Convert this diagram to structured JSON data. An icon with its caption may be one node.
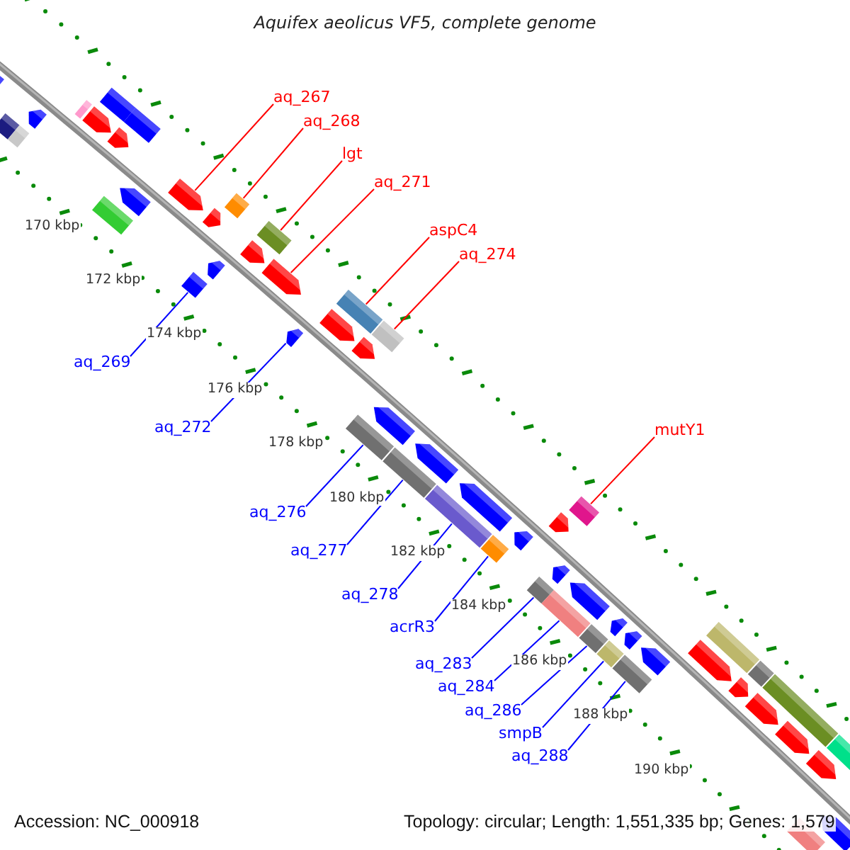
{
  "diagram": {
    "title": "Aquifex aeolicus VF5, complete genome",
    "nodes": [
      {
        "text": [
          "aq_267"
        ]
      },
      {
        "text": [
          "aq_268"
        ]
      },
      {
        "text": [
          "lgt"
        ]
      },
      {
        "text": [
          "aq_271"
        ]
      },
      {
        "text": [
          "aspC4"
        ]
      },
      {
        "text": [
          "aq_274"
        ]
      },
      {
        "text": [
          "aq_269"
        ]
      },
      {
        "text": [
          "aq_272"
        ]
      },
      {
        "text": [
          "mutY1"
        ]
      },
      {
        "text": [
          "aq_276"
        ]
      },
      {
        "text": [
          "aq_277"
        ]
      },
      {
        "text": [
          "aq_278"
        ]
      },
      {
        "text": [
          "acrR3"
        ]
      },
      {
        "text": [
          "aq_283"
        ]
      },
      {
        "text": [
          "aq_284"
        ]
      },
      {
        "text": [
          "aq_286"
        ]
      },
      {
        "text": [
          "smpB"
        ]
      },
      {
        "text": [
          "aq_288"
        ]
      },
      {
        "text": [],
        "shape": "arrow"
      },
      {
        "text": [],
        "shape": "bar"
      },
      {
        "text": [],
        "shape": "arrow"
      },
      {
        "text": [],
        "shape": "bar"
      },
      {
        "text": [],
        "shape": "bar"
      },
      {
        "text": [],
        "shape": "arrow"
      },
      {
        "text": [],
        "shape": "bar"
      },
      {
        "text": [],
        "shape": "arrow"
      },
      {
        "text": [],
        "shape": "bar"
      },
      {
        "text": [],
        "shape": "bar"
      },
      {
        "text": [],
        "shape": "arrow"
      },
      {
        "text": [],
        "shape": "arrow"
      },
      {
        "text": [],
        "shape": "arrow"
      },
      {
        "text": [],
        "shape": "bar"
      },
      {
        "text": [],
        "shape": "bar"
      },
      {
        "text": [],
        "shape": "arrow"
      },
      {
        "text": [],
        "shape": "arrow"
      },
      {
        "text": [],
        "shape": "bar"
      },
      {
        "text": [],
        "shape": "arrow"
      },
      {
        "text": [],
        "shape": "arrow"
      },
      {
        "text": [],
        "shape": "arrow"
      },
      {
        "text": [],
        "shape": "bar"
      },
      {
        "text": [],
        "shape": "arrow"
      },
      {
        "text": [],
        "shape": "bar"
      },
      {
        "text": [],
        "shape": "bar"
      },
      {
        "text": [],
        "shape": "arrow"
      },
      {
        "text": [],
        "shape": "bar"
      },
      {
        "text": [],
        "shape": "arrow"
      },
      {
        "text": [],
        "shape": "bar"
      },
      {
        "text": [],
        "shape": "arrow"
      },
      {
        "text": [],
        "shape": "bar"
      },
      {
        "text": [],
        "shape": "arrow"
      },
      {
        "text": [],
        "shape": "arrow"
      },
      {
        "text": [],
        "shape": "bar"
      },
      {
        "text": [],
        "shape": "bar"
      },
      {
        "text": [],
        "shape": "arrow"
      },
      {
        "text": [],
        "shape": "bar"
      },
      {
        "text": [],
        "shape": "arrow"
      },
      {
        "text": [],
        "shape": "bar"
      },
      {
        "text": [],
        "shape": "arrow"
      },
      {
        "text": [],
        "shape": "bar"
      },
      {
        "text": [],
        "shape": "arrow"
      },
      {
        "text": [],
        "shape": "bar"
      },
      {
        "text": [],
        "shape": "arrow"
      },
      {
        "text": [],
        "shape": "arrow"
      },
      {
        "text": [],
        "shape": "bar"
      },
      {
        "text": [],
        "shape": "arrow"
      },
      {
        "text": [],
        "shape": "bar"
      },
      {
        "text": [],
        "shape": "arrow"
      },
      {
        "text": [],
        "shape": "bar"
      },
      {
        "text": [],
        "shape": "arrow"
      },
      {
        "text": [],
        "shape": "arrow"
      },
      {
        "text": [],
        "shape": "bar"
      },
      {
        "text": [],
        "shape": "bar"
      },
      {
        "text": [],
        "shape": "arrow"
      }
    ],
    "edges": [
      {
        "from": 0,
        "to": 29,
        "arrow": "none",
        "color": "#ff0000"
      },
      {
        "from": 1,
        "to": 31,
        "arrow": "none",
        "color": "#ff0000"
      },
      {
        "from": 2,
        "to": 35,
        "arrow": "none",
        "color": "#ff0000"
      },
      {
        "from": 3,
        "to": 36,
        "arrow": "none",
        "color": "#ff0000"
      },
      {
        "from": 4,
        "to": 39,
        "arrow": "none",
        "color": "#ff0000"
      },
      {
        "from": 5,
        "to": 41,
        "arrow": "none",
        "color": "#ff0000"
      },
      {
        "from": 6,
        "to": 32,
        "arrow": "none"
      },
      {
        "from": 7,
        "to": 37,
        "arrow": "none"
      },
      {
        "from": 8,
        "to": 51,
        "arrow": "none",
        "color": "#ff0000"
      },
      {
        "from": 9,
        "to": 42,
        "arrow": "none"
      },
      {
        "from": 10,
        "to": 44,
        "arrow": "none"
      },
      {
        "from": 11,
        "to": 46,
        "arrow": "none"
      },
      {
        "from": 12,
        "to": 48,
        "arrow": "none"
      },
      {
        "from": 13,
        "to": 52,
        "arrow": "none"
      },
      {
        "from": 14,
        "to": 54,
        "arrow": "none"
      },
      {
        "from": 15,
        "to": 56,
        "arrow": "none"
      },
      {
        "from": 16,
        "to": 58,
        "arrow": "none"
      },
      {
        "from": 17,
        "to": 60,
        "arrow": "none"
      }
    ],
    "labels": [
      "170 kbp",
      "172 kbp",
      "174 kbp",
      "176 kbp",
      "178 kbp",
      "180 kbp",
      "182 kbp",
      "184 kbp",
      "186 kbp",
      "188 kbp",
      "190 kbp",
      "Accession: NC_000918",
      "Topology: circular; Length: 1,551,335 bp; Genes: 1,579"
    ]
  }
}
